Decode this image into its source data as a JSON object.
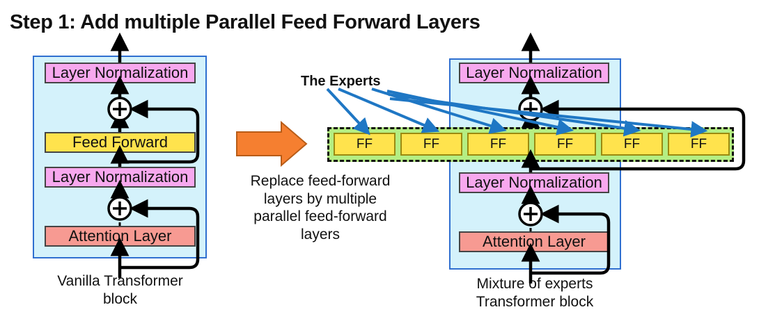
{
  "title": "Step 1: Add multiple Parallel Feed Forward Layers",
  "colors": {
    "panel_fill": "#d4f2fb",
    "panel_border": "#2f6fd0",
    "layer_norm": "#f7a8ee",
    "feed_forward": "#ffe34d",
    "attention": "#f79a92",
    "experts_group": "#b5ee83",
    "expert_arrow": "#1f77c4",
    "transition_arrow": "#f57f30",
    "wire": "#000000"
  },
  "left_block": {
    "caption": "Vanilla Transformer\nblock",
    "caption_line1": "Vanilla Transformer",
    "caption_line2": "block",
    "nodes": [
      {
        "id": "layer-norm-top",
        "label": "Layer Normalization",
        "color": "#f7a8ee"
      },
      {
        "id": "add-top",
        "label": "+",
        "color": "#ffffff"
      },
      {
        "id": "feed-forward",
        "label": "Feed Forward",
        "color": "#ffe34d"
      },
      {
        "id": "layer-norm-bottom",
        "label": "Layer Normalization",
        "color": "#f7a8ee"
      },
      {
        "id": "add-bottom",
        "label": "+",
        "color": "#ffffff"
      },
      {
        "id": "attention-layer",
        "label": "Attention Layer",
        "color": "#f79a92"
      }
    ]
  },
  "transition": {
    "arrow_icon": "right-arrow-icon",
    "text_line1": "Replace feed-forward",
    "text_line2": "layers by multiple",
    "text_line3": "parallel feed-forward",
    "text_line4": "layers"
  },
  "right_block": {
    "caption_line1": "Mixture of experts",
    "caption_line2": "Transformer block",
    "experts_label": "The Experts",
    "nodes": [
      {
        "id": "layer-norm-top",
        "label": "Layer Normalization",
        "color": "#f7a8ee"
      },
      {
        "id": "add-top",
        "label": "+",
        "color": "#ffffff"
      },
      {
        "id": "layer-norm-bottom",
        "label": "Layer Normalization",
        "color": "#f7a8ee"
      },
      {
        "id": "add-bottom",
        "label": "+",
        "color": "#ffffff"
      },
      {
        "id": "attention-layer",
        "label": "Attention Layer",
        "color": "#f79a92"
      }
    ],
    "experts": [
      {
        "label": "FF"
      },
      {
        "label": "FF"
      },
      {
        "label": "FF"
      },
      {
        "label": "FF"
      },
      {
        "label": "FF"
      },
      {
        "label": "FF"
      }
    ]
  }
}
